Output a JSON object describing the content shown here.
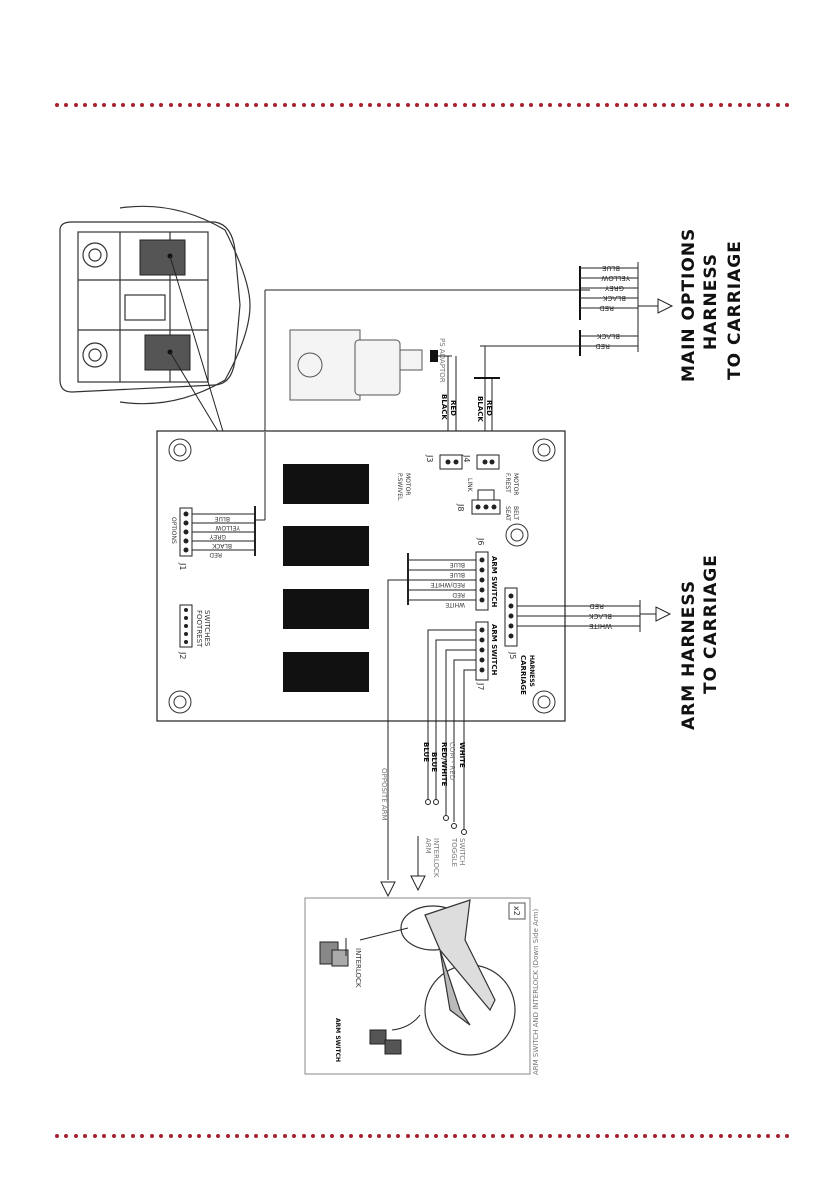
{
  "board": {
    "connectors": {
      "j1": "J1",
      "j2": "J2",
      "j3": "J3",
      "j4": "J4",
      "j5": "J5",
      "j6": "J6",
      "j7": "J7",
      "j8": "J8"
    },
    "labels": {
      "options": "OPTIONS",
      "footrest_1": "FOOTREST",
      "footrest_2": "SWITCHES",
      "pswivel_1": "P.SWIVEL",
      "pswivel_2": "MOTOR",
      "frest_1": "F.REST",
      "frest_2": "MOTOR",
      "link": "LINK",
      "seatbelt_1": "SEAT",
      "seatbelt_2": "BELT",
      "arm_switch_j6": "ARM SWITCH",
      "arm_switch_j7": "ARM SWITCH",
      "carriage_1": "CARRIAGE",
      "carriage_2": "HARNESS",
      "ps_adaptor": "PS ADAPTOR"
    },
    "j1_wires": [
      "BLUE",
      "YELLOW",
      "GREY",
      "BLACK",
      "RED"
    ],
    "j6_wires": [
      "BLUE",
      "BLUE",
      "RED/WHITE",
      "RED",
      "WHITE"
    ],
    "j3_wires": [
      "BLACK",
      "RED"
    ],
    "j4_wires": [
      "BLACK",
      "RED"
    ]
  },
  "main_options": {
    "wires_top": [
      "BLUE",
      "YELLOW",
      "GREY",
      "BLACK",
      "RED"
    ],
    "wires_bottom": [
      "BLACK",
      "RED"
    ],
    "title_1": "MAIN OPTIONS",
    "title_2": "HARNESS",
    "title_3": "TO CARRIAGE"
  },
  "arm_harness": {
    "wires": [
      "RED",
      "BLACK",
      "WHITE"
    ],
    "title_1": "ARM HARNESS",
    "title_2": "TO CARRIAGE"
  },
  "left_wiring": {
    "wires": [
      "BLUE",
      "BLUE",
      "RED/WHITE",
      "COM - RED",
      "WHITE"
    ],
    "opposite_arm": "OPPOSITE ARM",
    "arm_interlock_1": "ARM",
    "arm_interlock_2": "INTERLOCK",
    "toggle_1": "TOGGLE",
    "toggle_2": "SWITCH"
  },
  "inset": {
    "x2": "x2",
    "interlock": "INTERLOCK",
    "arm_switch": "ARM SWITCH",
    "caption": "ARM SWITCH AND INTERLOCK (Down Side Arm)"
  },
  "colors": {
    "accent_dots": "#a8202f",
    "line": "#222222"
  }
}
